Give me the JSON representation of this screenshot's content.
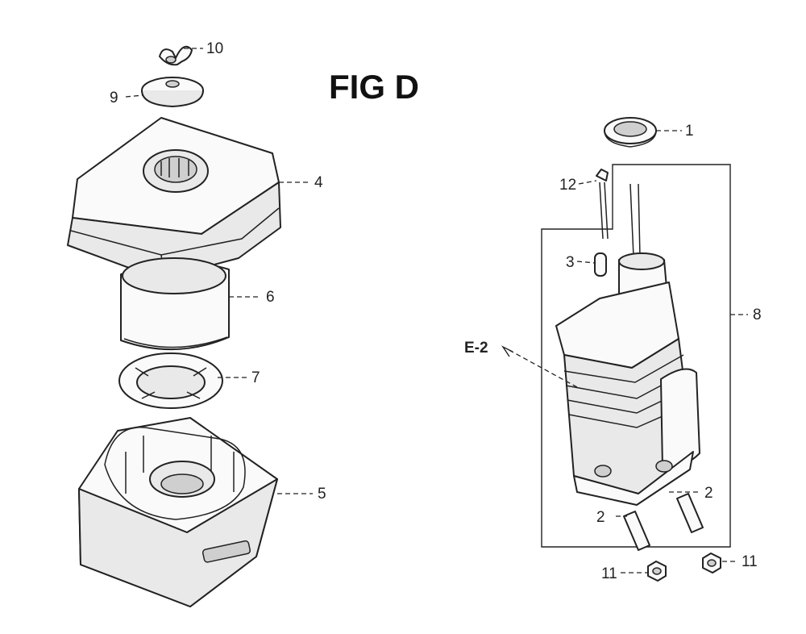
{
  "title": "FIG D",
  "reference": "E-2",
  "callouts": {
    "c1": "1",
    "c2a": "2",
    "c2b": "2",
    "c3": "3",
    "c4": "4",
    "c5": "5",
    "c6": "6",
    "c7": "7",
    "c8": "8",
    "c9": "9",
    "c10": "10",
    "c11a": "11",
    "c11b": "11",
    "c12": "12"
  }
}
